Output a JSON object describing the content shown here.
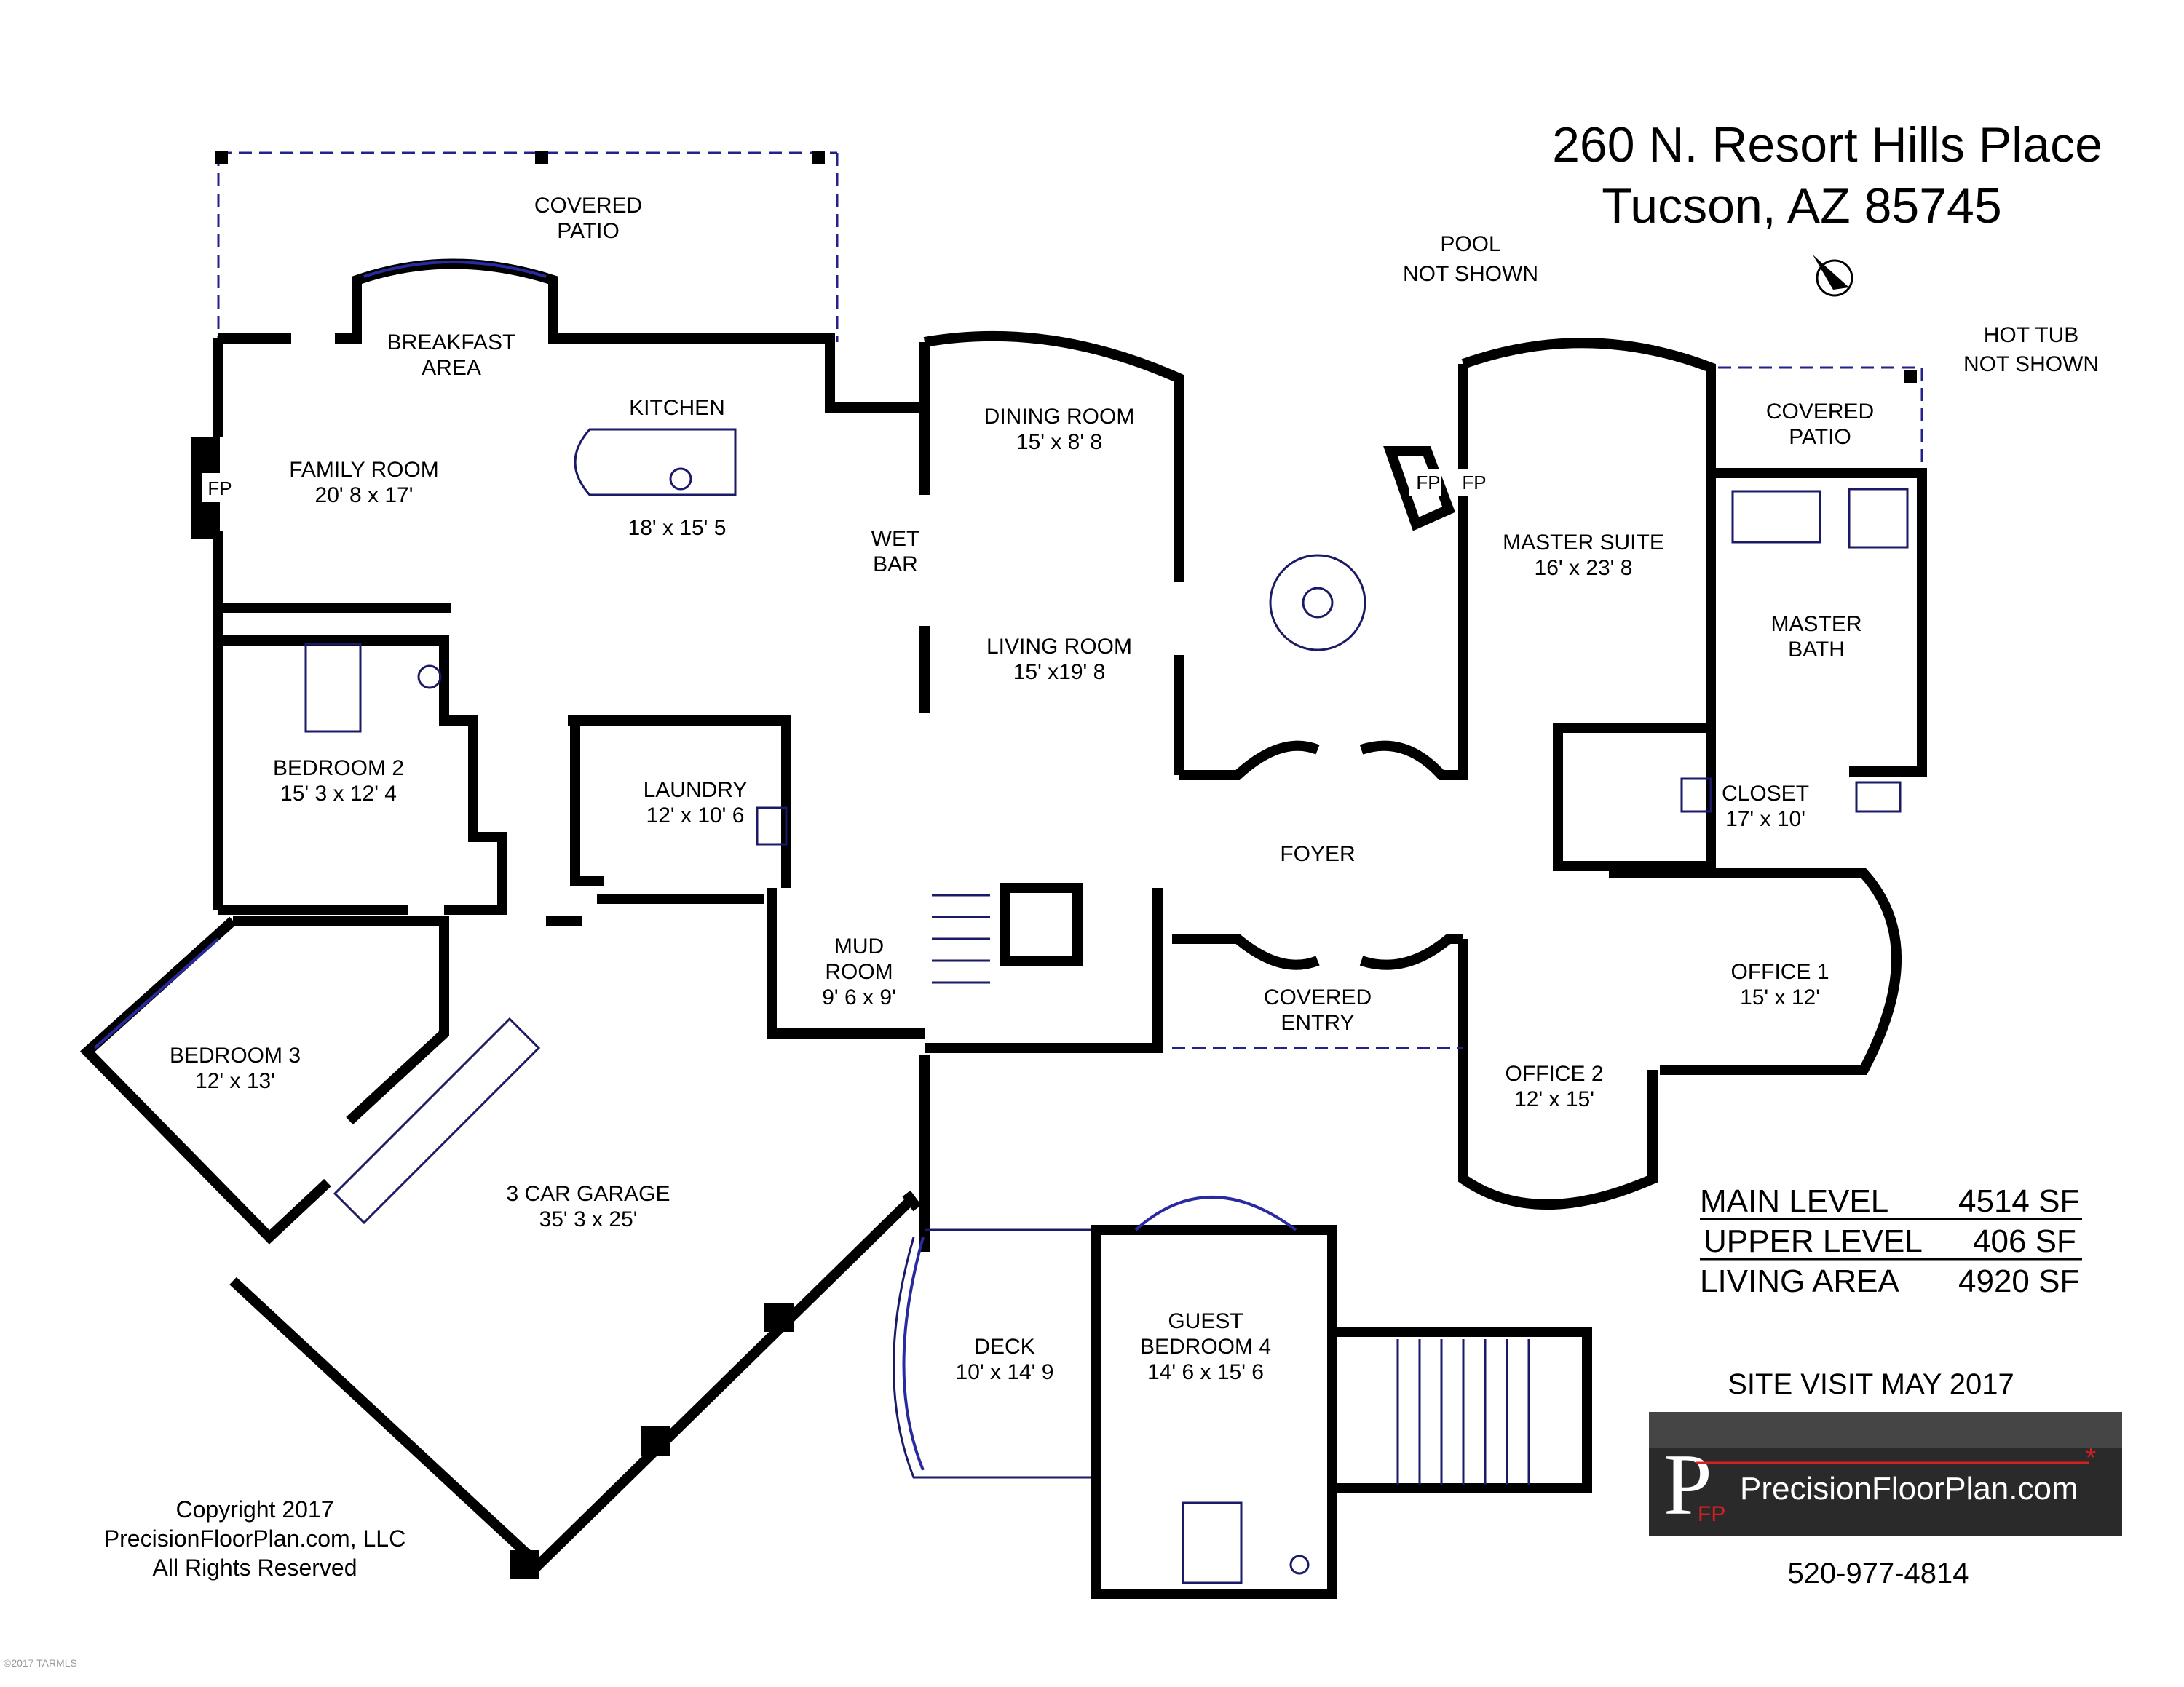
{
  "header": {
    "address_line1": "260 N. Resort Hills Place",
    "address_line2": "Tucson, AZ 85745"
  },
  "notes": {
    "pool": [
      "POOL",
      "NOT SHOWN"
    ],
    "hot_tub": [
      "HOT TUB",
      "NOT SHOWN"
    ]
  },
  "rooms": {
    "covered_patio_1": [
      "COVERED",
      "PATIO"
    ],
    "breakfast_area": [
      "BREAKFAST",
      "AREA"
    ],
    "kitchen": [
      "KITCHEN",
      "18' x 15' 5"
    ],
    "family_room": [
      "FAMILY ROOM",
      "20' 8 x 17'"
    ],
    "fireplace": "FP",
    "wet_bar": [
      "WET",
      "BAR"
    ],
    "dining_room": [
      "DINING ROOM",
      "15' x 8' 8"
    ],
    "living_room": [
      "LIVING ROOM",
      "15' x19' 8"
    ],
    "master_suite": [
      "MASTER SUITE",
      "16' x 23' 8"
    ],
    "covered_patio_2": [
      "COVERED",
      "PATIO"
    ],
    "master_bath": [
      "MASTER",
      "BATH"
    ],
    "closet": [
      "CLOSET",
      "17' x 10'"
    ],
    "bedroom_2": [
      "BEDROOM 2",
      "15' 3 x 12' 4"
    ],
    "laundry": [
      "LAUNDRY",
      "12' x 10' 6"
    ],
    "foyer": "FOYER",
    "mud_room": [
      "MUD",
      "ROOM",
      "9' 6 x 9'"
    ],
    "covered_entry": [
      "COVERED",
      "ENTRY"
    ],
    "office_1": [
      "OFFICE 1",
      "15' x 12'"
    ],
    "office_2": [
      "OFFICE 2",
      "12' x 15'"
    ],
    "bedroom_3": [
      "BEDROOM 3",
      "12' x 13'"
    ],
    "garage": [
      "3 CAR GARAGE",
      "35' 3 x 25'"
    ],
    "deck": [
      "DECK",
      "10' x 14' 9"
    ],
    "guest_bedroom_4": [
      "GUEST",
      "BEDROOM 4",
      "14' 6 x 15' 6"
    ]
  },
  "area_table": [
    {
      "label": "MAIN LEVEL",
      "value": "4514 SF"
    },
    {
      "label": "UPPER LEVEL",
      "value": "406 SF"
    },
    {
      "label": "LIVING AREA",
      "value": "4920 SF"
    }
  ],
  "site_visit": "SITE VISIT  MAY 2017",
  "logo": {
    "letter": "P",
    "initials": "FP",
    "text": "PrecisionFloorPlan.com",
    "mark": "*",
    "accent": "#d42020",
    "background": "#2a2a2a"
  },
  "phone": "520-977-4814",
  "copyright": [
    "Copyright 2017",
    "PrecisionFloorPlan.com, LLC",
    "All Rights Reserved"
  ],
  "watermark": "©2017 TARMLS",
  "colors": {
    "walls": "#000000",
    "fixtures": "#1a1a66"
  }
}
